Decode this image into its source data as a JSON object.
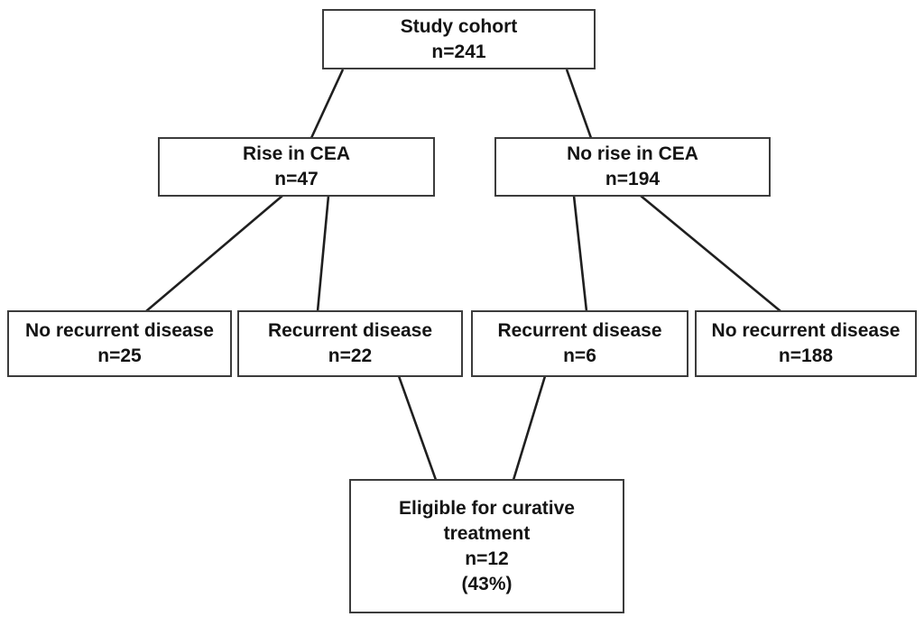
{
  "diagram": {
    "boxes": {
      "study_cohort": {
        "label": "Study cohort",
        "n": "n=241"
      },
      "rise_cea": {
        "label": "Rise in CEA",
        "n": "n=47"
      },
      "no_rise_cea": {
        "label": "No rise in CEA",
        "n": "n=194"
      },
      "no_recurrent_left": {
        "label": "No recurrent disease",
        "n": "n=25"
      },
      "recurrent_left": {
        "label": "Recurrent disease",
        "n": "n=22"
      },
      "recurrent_right": {
        "label": "Recurrent disease",
        "n": "n=6"
      },
      "no_recurrent_right": {
        "label": "No recurrent disease",
        "n": "n=188"
      },
      "eligible": {
        "label": "Eligible for curative treatment",
        "n": "n=12",
        "percent": "(43%)"
      }
    },
    "colors": {
      "box_border": "#3c3c3c",
      "line": "#1f1f1f",
      "text": "#141414",
      "background": "#ffffff"
    }
  }
}
